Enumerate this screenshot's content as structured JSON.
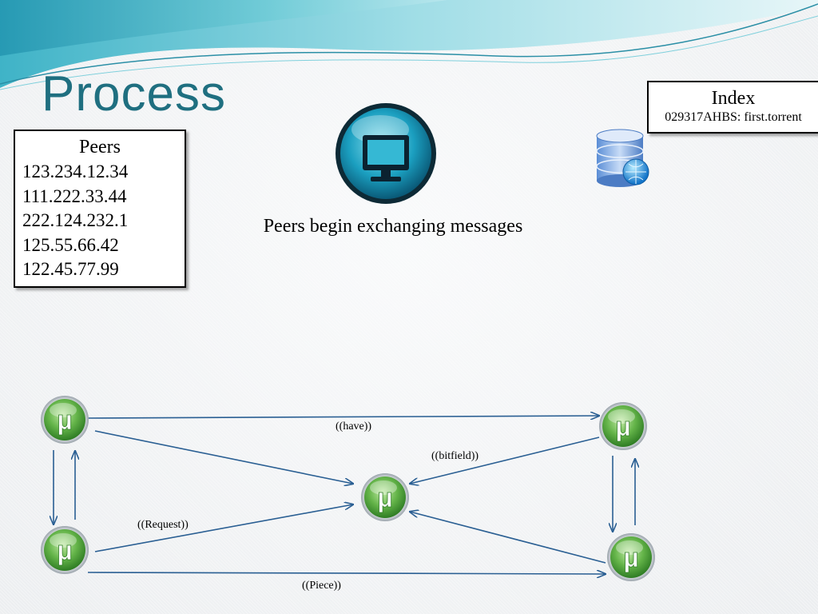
{
  "slide": {
    "title": "Process",
    "caption": "Peers begin exchanging messages"
  },
  "peers_box": {
    "title": "Peers",
    "items": [
      "123.234.12.34",
      "111.222.33.44",
      "222.124.232.1",
      "125.55.66.42",
      "122.45.77.99"
    ]
  },
  "index_box": {
    "title": "Index",
    "entry": "029317AHBS: first.torrent"
  },
  "icons": {
    "tracker": "monitor-icon",
    "database": "database-globe-icon",
    "peer": "utorrent-mu-icon",
    "peer_glyph": "µ"
  },
  "messages": {
    "have": "((have))",
    "bitfield": "((bitfield))",
    "request": "((Request))",
    "piece": "((Piece))"
  },
  "colors": {
    "title": "#1f6f80",
    "arrow": "#2a5f93",
    "peer_green": "#5fae47",
    "wave": "#6ccbd6"
  }
}
